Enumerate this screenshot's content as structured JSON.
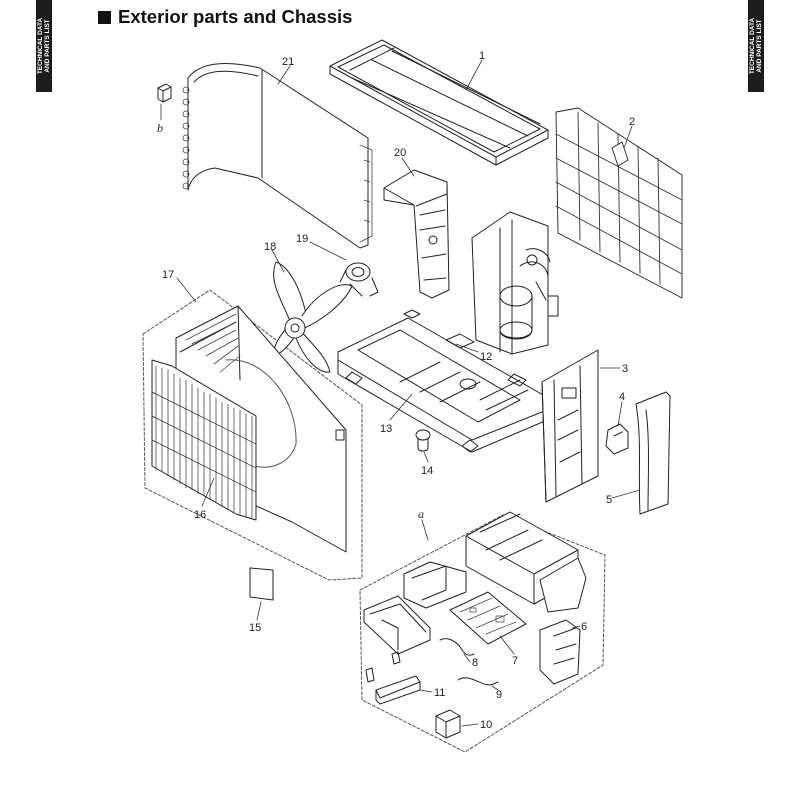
{
  "side_tab_left": "TECHNICAL DATA\nAND PARTS LIST",
  "side_tab_right": "TECHNICAL DATA\nAND PARTS LIST",
  "title": "Exterior parts and Chassis",
  "callouts": {
    "c1": "1",
    "c2": "2",
    "c3": "3",
    "c4": "4",
    "c5": "5",
    "c6": "6",
    "c7": "7",
    "c8": "8",
    "c9": "9",
    "c10": "10",
    "c11": "11",
    "c12": "12",
    "c13": "13",
    "c14": "14",
    "c15": "15",
    "c16": "16",
    "c17": "17",
    "c18": "18",
    "c19": "19",
    "c20": "20",
    "c21": "21",
    "ca": "a",
    "cb": "b"
  }
}
